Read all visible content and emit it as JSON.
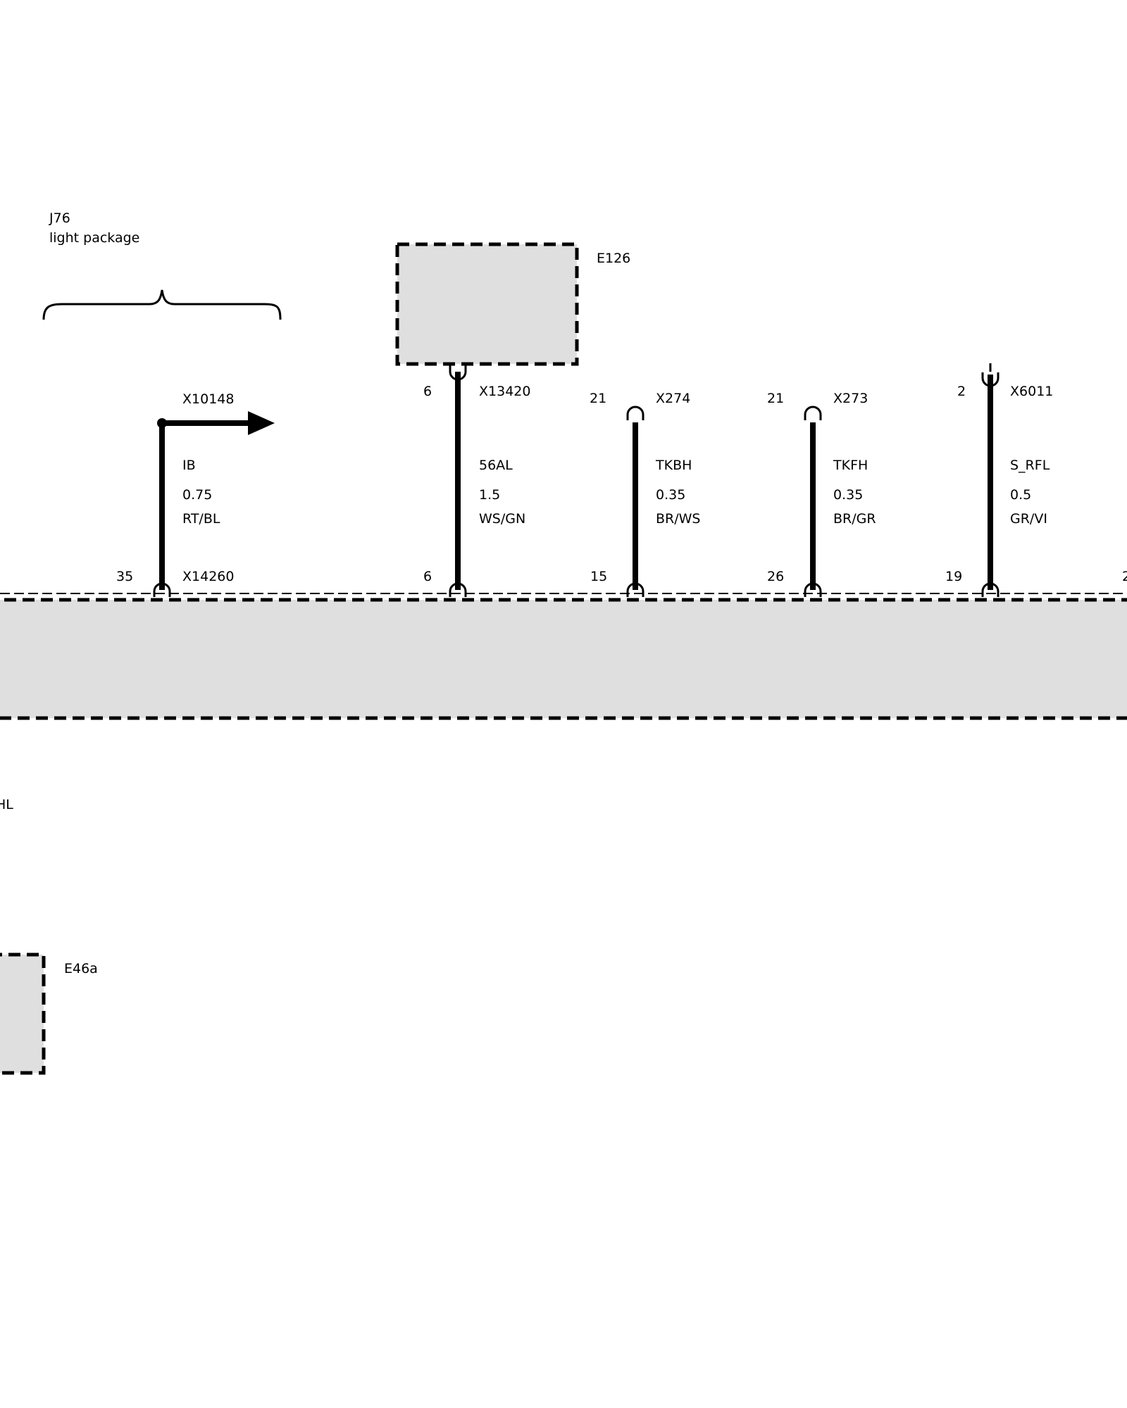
{
  "option": {
    "code": "J76",
    "label": "light package"
  },
  "components": {
    "e126": "E126",
    "e46a": "E46a",
    "partial_left": "HL"
  },
  "connector_x10148": "X10148",
  "bus_connector": "X14260",
  "wires": [
    {
      "top_pin": "",
      "top_connector": "",
      "signal": "IB",
      "gauge": "0.75",
      "color": "RT/BL",
      "bottom_pin": "35"
    },
    {
      "top_pin": "6",
      "top_connector": "X13420",
      "signal": "56AL",
      "gauge": "1.5",
      "color": "WS/GN",
      "bottom_pin": "6"
    },
    {
      "top_pin": "21",
      "top_connector": "X274",
      "signal": "TKBH",
      "gauge": "0.35",
      "color": "BR/WS",
      "bottom_pin": "15"
    },
    {
      "top_pin": "21",
      "top_connector": "X273",
      "signal": "TKFH",
      "gauge": "0.35",
      "color": "BR/GR",
      "bottom_pin": "26"
    },
    {
      "top_pin": "2",
      "top_connector": "X6011",
      "signal": "S_RFL",
      "gauge": "0.5",
      "color": "GR/VI",
      "bottom_pin": "19"
    }
  ],
  "partial_right_pin": "2",
  "colors": {
    "fill": "#dfdfdf",
    "line": "#000000",
    "background": "#ffffff"
  }
}
